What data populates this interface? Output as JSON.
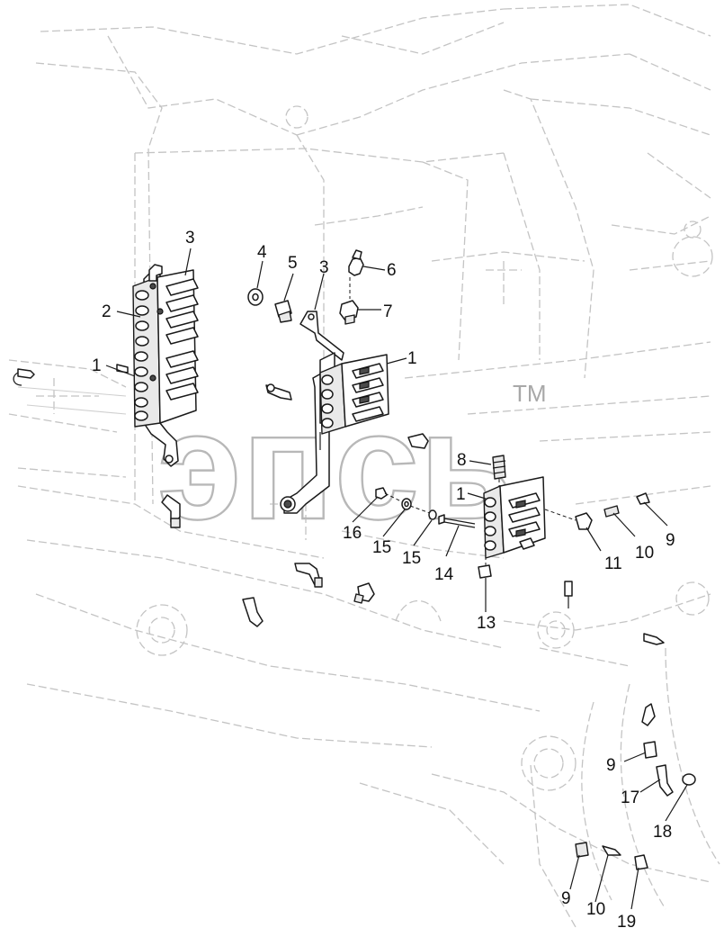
{
  "watermark": {
    "text": "эпсь",
    "tm": "TM"
  },
  "callouts": [
    {
      "id": "c3a",
      "label": "3"
    },
    {
      "id": "c2",
      "label": "2"
    },
    {
      "id": "c1a",
      "label": "1"
    },
    {
      "id": "c4",
      "label": "4"
    },
    {
      "id": "c5",
      "label": "5"
    },
    {
      "id": "c3b",
      "label": "3"
    },
    {
      "id": "c6",
      "label": "6"
    },
    {
      "id": "c7",
      "label": "7"
    },
    {
      "id": "c1b",
      "label": "1"
    },
    {
      "id": "c8",
      "label": "8"
    },
    {
      "id": "c1c",
      "label": "1"
    },
    {
      "id": "c16",
      "label": "16"
    },
    {
      "id": "c15a",
      "label": "15"
    },
    {
      "id": "c15b",
      "label": "15"
    },
    {
      "id": "c14",
      "label": "14"
    },
    {
      "id": "c13",
      "label": "13"
    },
    {
      "id": "c11",
      "label": "11"
    },
    {
      "id": "c10a",
      "label": "10"
    },
    {
      "id": "c9a",
      "label": "9"
    },
    {
      "id": "c9b",
      "label": "9"
    },
    {
      "id": "c17",
      "label": "17"
    },
    {
      "id": "c18",
      "label": "18"
    },
    {
      "id": "c9c",
      "label": "9"
    },
    {
      "id": "c10b",
      "label": "10"
    },
    {
      "id": "c19",
      "label": "19"
    }
  ]
}
